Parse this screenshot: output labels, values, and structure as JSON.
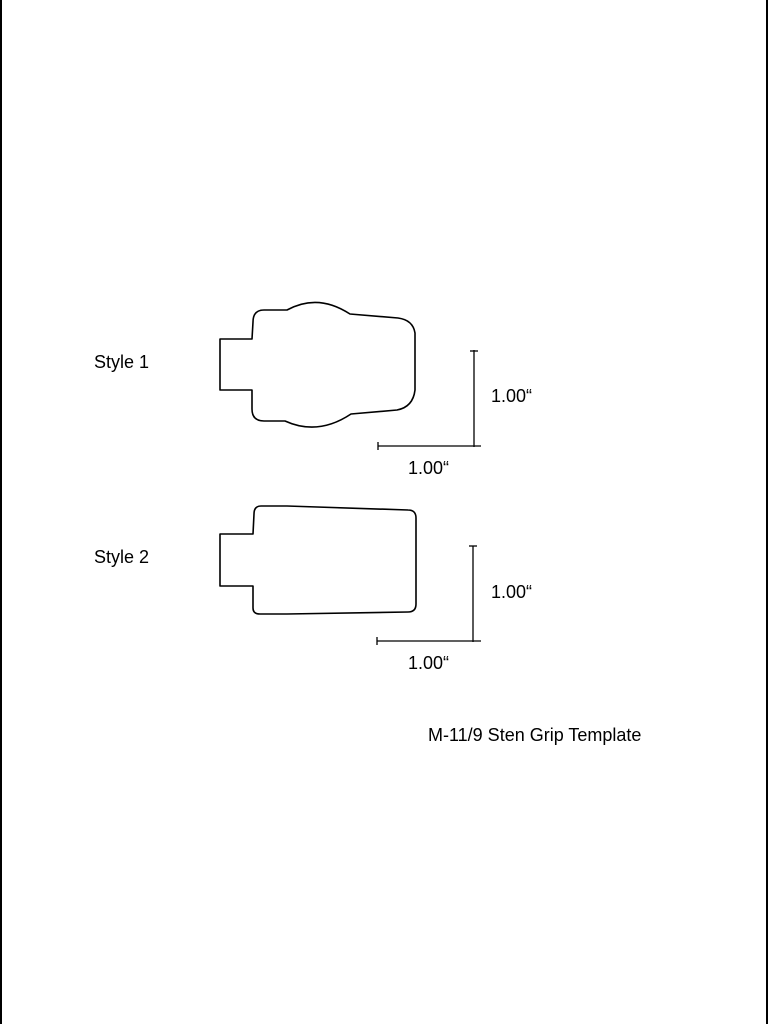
{
  "styles": [
    {
      "label": "Style 1",
      "vertical_dimension": "1.00“",
      "horizontal_dimension": "1.00“"
    },
    {
      "label": "Style 2",
      "vertical_dimension": "1.00“",
      "horizontal_dimension": "1.00“"
    }
  ],
  "title": "M-11/9 Sten Grip Template"
}
